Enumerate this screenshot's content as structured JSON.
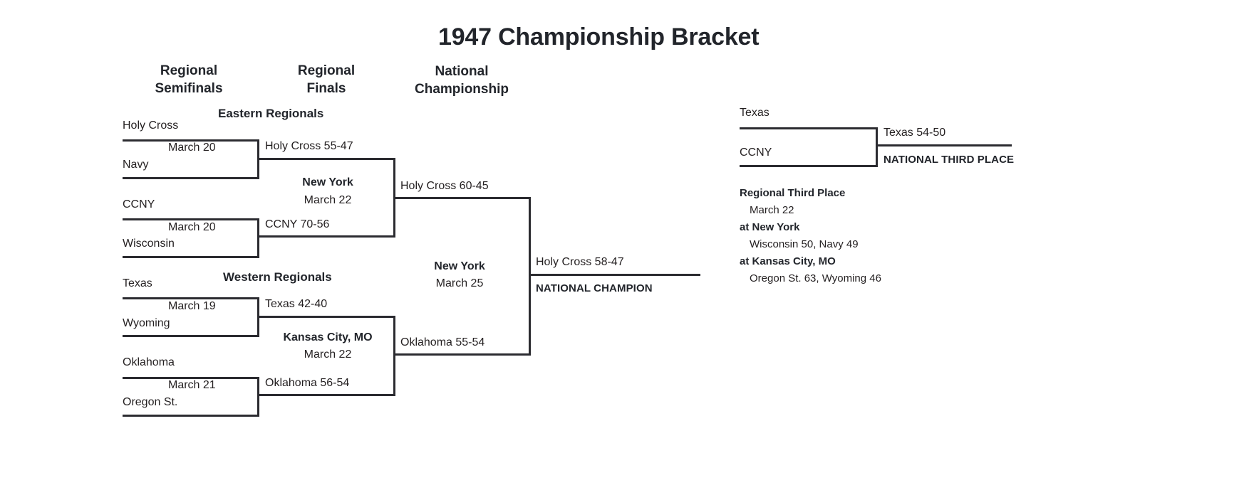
{
  "title": "1947 Championship Bracket",
  "columns": {
    "regional_semifinals": "Regional\nSemifinals",
    "regional_semifinals_l1": "Regional",
    "regional_semifinals_l2": "Semifinals",
    "regional_finals_l1": "Regional",
    "regional_finals_l2": "Finals",
    "national_championship_l1": "National",
    "national_championship_l2": "Championship"
  },
  "regions": {
    "eastern": "Eastern Regionals",
    "western": "Western Regionals"
  },
  "bracket": {
    "semifinals": [
      {
        "top_team": "Holy Cross",
        "bottom_team": "Navy",
        "date": "March 20",
        "winner": "Holy Cross 55-47"
      },
      {
        "top_team": "CCNY",
        "bottom_team": "Wisconsin",
        "date": "March 20",
        "winner": "CCNY 70-56"
      },
      {
        "top_team": "Texas",
        "bottom_team": "Wyoming",
        "date": "March 19",
        "winner": "Texas 42-40"
      },
      {
        "top_team": "Oklahoma",
        "bottom_team": "Oregon St.",
        "date": "March 21",
        "winner": "Oklahoma 56-54"
      }
    ],
    "regional_finals": [
      {
        "site": "New York",
        "date": "March 22",
        "winner": "Holy Cross 60-45"
      },
      {
        "site": "Kansas City, MO",
        "date": "March 22",
        "winner": "Oklahoma 55-54"
      }
    ],
    "final": {
      "site": "New York",
      "date": "March 25",
      "winner": "Holy Cross 58-47",
      "banner": "NATIONAL CHAMPION"
    }
  },
  "third_place_game": {
    "top_team": "Texas",
    "bottom_team": "CCNY",
    "winner": "Texas 54-50",
    "banner": "NATIONAL THIRD PLACE"
  },
  "regional_third_place": {
    "heading": "Regional Third Place",
    "date": "March 22",
    "sites": [
      {
        "site": "at New York",
        "result": "Wisconsin 50, Navy 49"
      },
      {
        "site": "at Kansas City, MO",
        "result": "Oregon St. 63, Wyoming 46"
      }
    ]
  },
  "colors": {
    "ink": "#231f20",
    "rule": "#2b2b30",
    "background": "#ffffff"
  }
}
